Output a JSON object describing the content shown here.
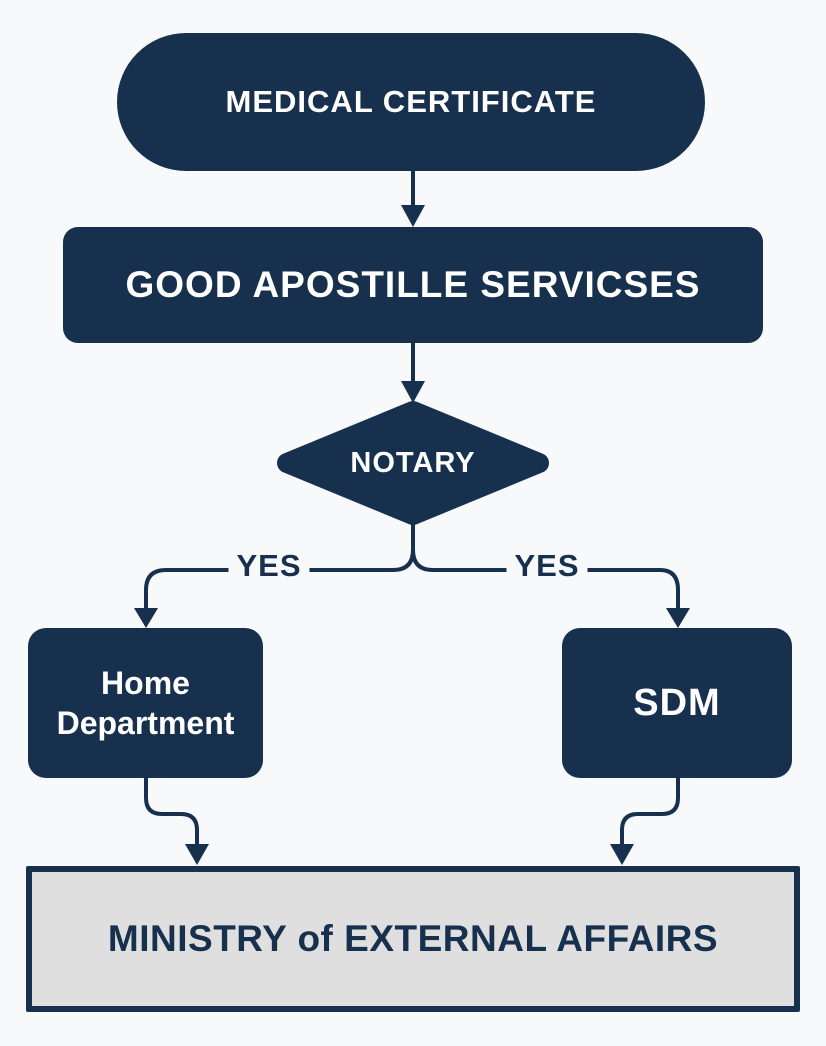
{
  "colors": {
    "background": "#f8f9fa",
    "node_fill": "#16304e",
    "node_text": "#ffffff",
    "connector": "#16304e",
    "final_fill": "#dfdfdf",
    "final_border": "#16304e",
    "final_text": "#16304e"
  },
  "flowchart": {
    "start": {
      "shape": "stadium",
      "label": "MEDICAL CERTIFICATE"
    },
    "service": {
      "shape": "rect",
      "label": "GOOD APOSTILLE SERVICSES"
    },
    "decision": {
      "shape": "diamond",
      "label": "NOTARY"
    },
    "branch_left": {
      "edge_label": "YES",
      "node_label": "Home Department"
    },
    "branch_right": {
      "edge_label": "YES",
      "node_label": "SDM"
    },
    "final": {
      "shape": "bordered-rect",
      "label": "MINISTRY of EXTERNAL AFFAIRS"
    }
  }
}
